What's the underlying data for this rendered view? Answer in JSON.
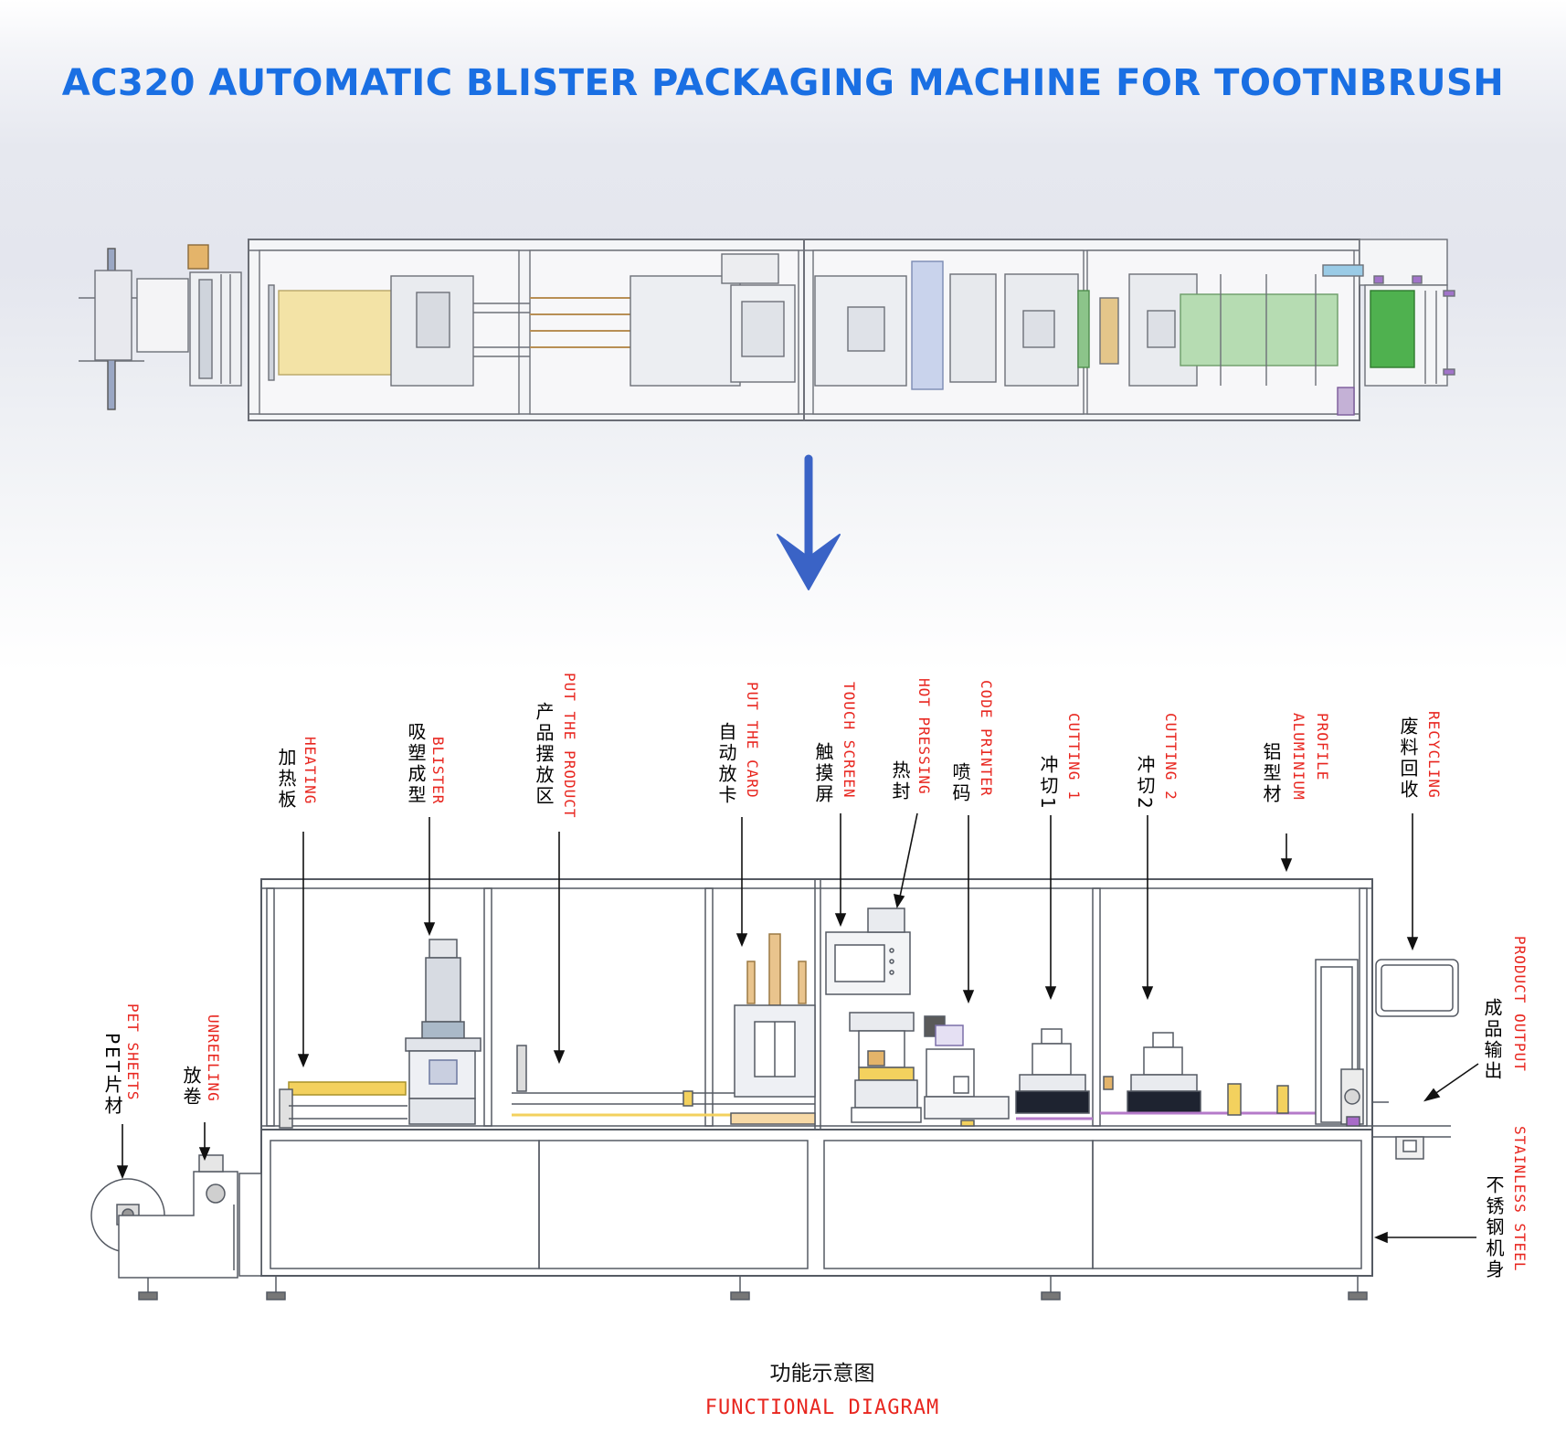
{
  "title": "AC320 AUTOMATIC BLISTER PACKAGING MACHINE FOR TOOTNBRUSH",
  "colors": {
    "title": "#1a6fe3",
    "label_en": "#e8261f",
    "label_cn": "#111111",
    "arrow": "#3366cc"
  },
  "labels": {
    "pet_sheets": {
      "en": "PET SHEETS",
      "cn": "PET片材"
    },
    "unreeling": {
      "en": "UNREELING",
      "cn": "放卷"
    },
    "heating": {
      "en": "HEATING",
      "cn": "加热板"
    },
    "blister": {
      "en": "BLISTER",
      "cn": "吸塑成型"
    },
    "put_the_product": {
      "en": "PUT THE PRODUCT",
      "cn": "产品摆放区"
    },
    "put_the_card": {
      "en": "PUT THE CARD",
      "cn": "自动放卡"
    },
    "touch_screen": {
      "en": "TOUCH SCREEN",
      "cn": "触摸屏"
    },
    "hot_pressing": {
      "en": "HOT PRESSING",
      "cn": "热封"
    },
    "code_printer": {
      "en": "CODE PRINTER",
      "cn": "喷码"
    },
    "cutting_1": {
      "en": "CUTTING 1",
      "cn": "冲切1"
    },
    "cutting_2": {
      "en": "CUTTING 2",
      "cn": "冲切2"
    },
    "profile": {
      "en": "PROFILE",
      "en2": "ALUMINIUM",
      "cn": "铝型材"
    },
    "recycling": {
      "en": "RECYCLING",
      "cn": "废料回收"
    },
    "product_output": {
      "en": "PRODUCT OUTPUT",
      "cn": "成品输出"
    },
    "stainless_steel": {
      "en": "STAINLESS STEEL",
      "cn": "不锈钢机身"
    }
  },
  "caption": {
    "cn": "功能示意图",
    "en": "FUNCTIONAL DIAGRAM"
  }
}
